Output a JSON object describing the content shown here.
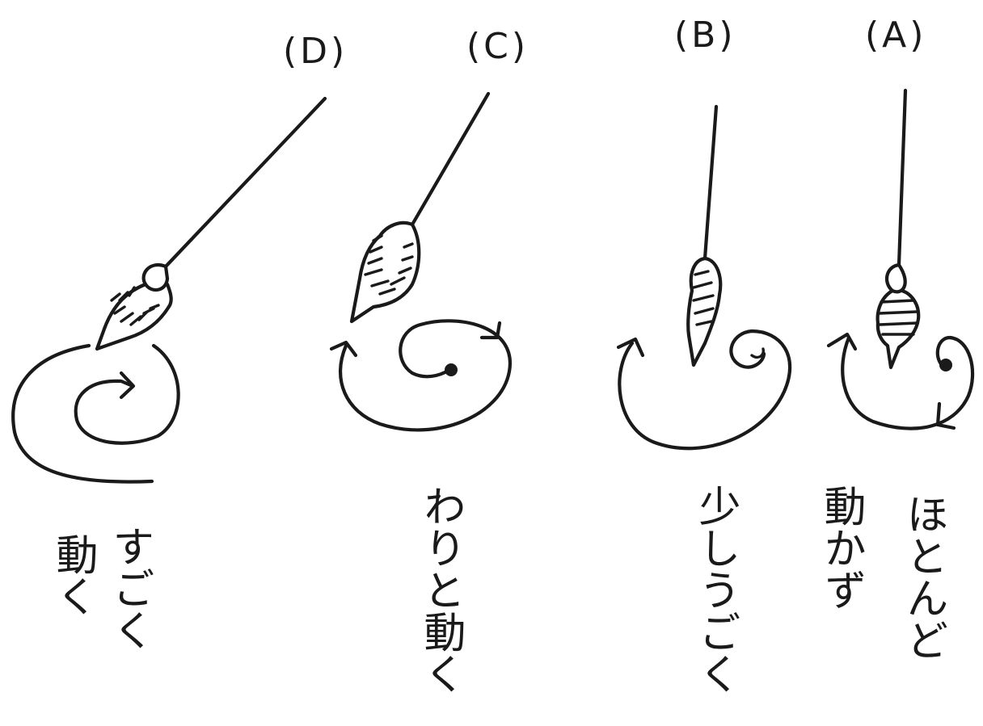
{
  "figure": {
    "columns": [
      {
        "id": "D",
        "tag": "(D)",
        "caption_lines": [
          "すごく",
          "動く"
        ]
      },
      {
        "id": "C",
        "tag": "(C)",
        "caption_lines": [
          "わりと動く"
        ]
      },
      {
        "id": "B",
        "tag": "(B)",
        "caption_lines": [
          "少しうごく"
        ]
      },
      {
        "id": "A",
        "tag": "(A)",
        "caption_lines": [
          "ほとんど",
          "動かず"
        ]
      }
    ],
    "ink_color": "#1a1a1a",
    "background_color": "#ffffff"
  }
}
